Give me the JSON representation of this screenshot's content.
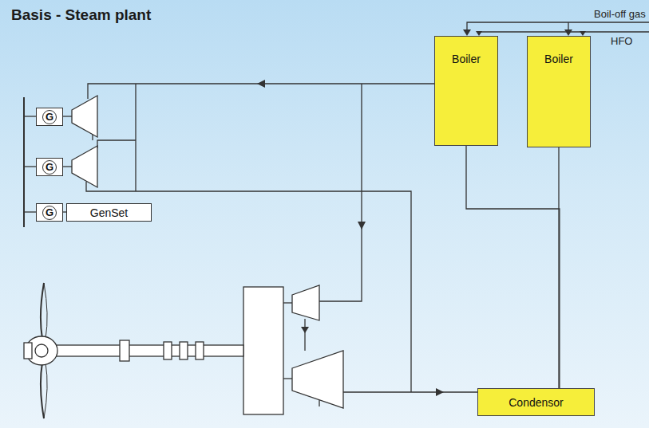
{
  "diagram": {
    "title": "Basis - Steam plant",
    "nodes": [
      {
        "text": [
          "Boiler"
        ]
      },
      {
        "text": [
          "Boiler"
        ]
      },
      {
        "text": [
          "G"
        ]
      },
      {
        "text": [
          "G"
        ]
      },
      {
        "text": [
          "G"
        ]
      },
      {
        "text": [
          "GenSet"
        ]
      },
      {
        "text": [
          "Condensor"
        ]
      }
    ],
    "edges": [
      {
        "from": 0,
        "to": 6,
        "arrow": "none"
      },
      {
        "from": 1,
        "to": 6,
        "arrow": "none"
      }
    ],
    "labels": [
      "Boil-off gas",
      "HFO"
    ]
  }
}
